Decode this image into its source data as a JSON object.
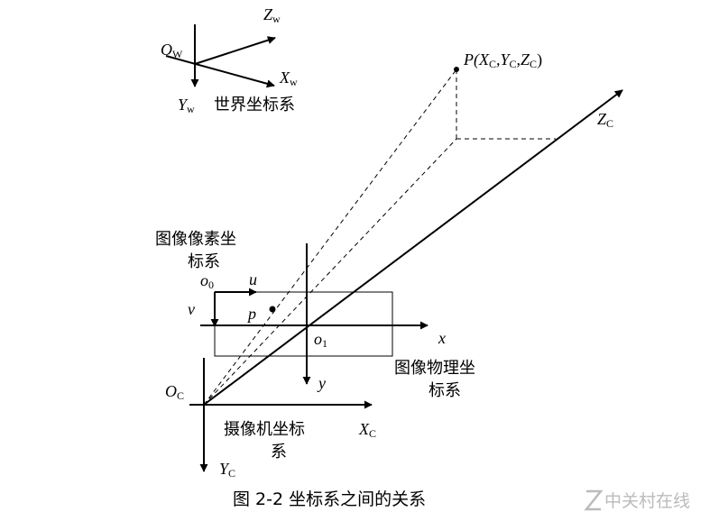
{
  "world": {
    "origin_main": "O",
    "origin_sub": "W",
    "z_main": "Z",
    "z_sub": "w",
    "x_main": "X",
    "x_sub": "w",
    "y_main": "Y",
    "y_sub": "w",
    "name": "世界坐标系"
  },
  "point_P": {
    "p1": "P(X",
    "s1": "C",
    "p2": ",Y",
    "s2": "C",
    "p3": ",Z",
    "s3": "C",
    "p4": ")"
  },
  "camera_axis": {
    "z_main": "Z",
    "z_sub": "C"
  },
  "pixel": {
    "title_line1": "图像像素坐",
    "title_line2": "标系",
    "origin_main": "o",
    "origin_sub": "0",
    "u": "u",
    "v": "v"
  },
  "image_point": {
    "label": "p"
  },
  "physical": {
    "origin_main": "o",
    "origin_sub": "1",
    "x": "x",
    "y": "y",
    "title_line1": "图像物理坐",
    "title_line2": "标系"
  },
  "camera": {
    "origin_main": "O",
    "origin_sub": "C",
    "x_main": "X",
    "x_sub": "C",
    "y_main": "Y",
    "y_sub": "C",
    "title_line1": "摄像机坐标",
    "title_line2": "系"
  },
  "caption": "图 2-2 坐标系之间的关系",
  "watermark": {
    "text": "中关村在线",
    "icon": "zol-logo-icon"
  },
  "colors": {
    "ink": "#000000",
    "watermark": "#bbbbbb"
  }
}
